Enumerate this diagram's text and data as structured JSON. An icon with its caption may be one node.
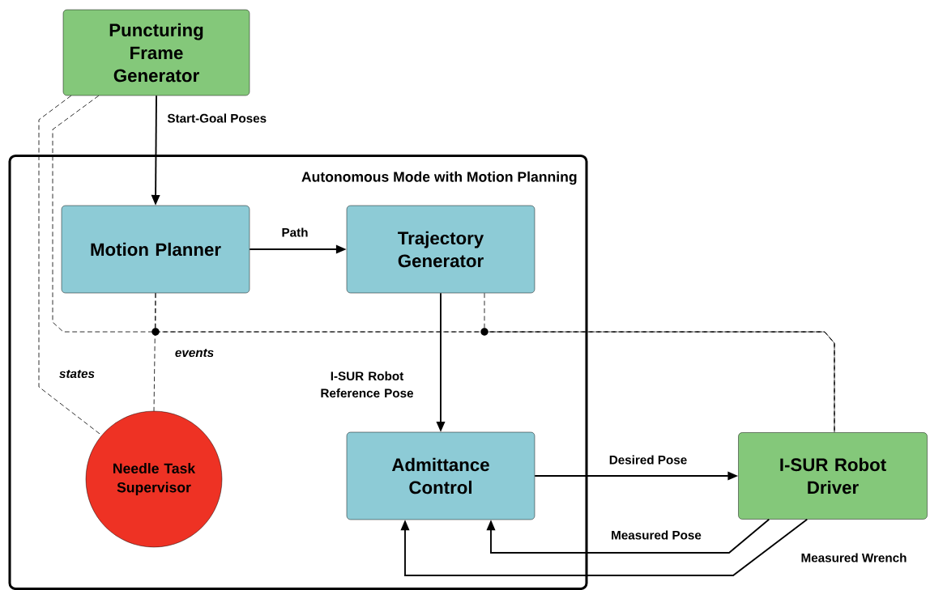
{
  "diagram": {
    "nodes": [
      {
        "text": [
          "Puncturing Frame Generator"
        ]
      },
      {
        "text": [
          "Autonomous Mode with Motion Planning"
        ]
      },
      {
        "text": [
          "Motion Planner"
        ],
        "in": 1
      },
      {
        "text": [
          "Trajectory Generator"
        ],
        "in": 1
      },
      {
        "text": [
          "Needle Task Supervisor"
        ],
        "in": 1
      },
      {
        "text": [
          "Admittance Control"
        ],
        "in": 1
      },
      {
        "text": [
          "I-SUR Robot Driver"
        ]
      }
    ],
    "edges": [
      {
        "from": 0,
        "to": 2,
        "arrow": "to",
        "label": "Start-Goal Poses"
      },
      {
        "from": 2,
        "to": 3,
        "arrow": "to",
        "label": "Path"
      },
      {
        "from": 3,
        "to": 5,
        "arrow": "to",
        "label": "I-SUR Robot Reference Pose"
      },
      {
        "from": 5,
        "to": 6,
        "arrow": "to",
        "label": "Desired Pose"
      },
      {
        "from": 6,
        "to": 5,
        "arrow": "to",
        "label": "Measured Pose"
      },
      {
        "from": 6,
        "to": 5,
        "arrow": "to",
        "label": "Measured Wrench"
      },
      {
        "from": 0,
        "to": 4,
        "arrow": "none",
        "label": "states",
        "style": "dashed"
      },
      {
        "from": 2,
        "to": 4,
        "arrow": "none",
        "label": "events",
        "style": "dashed"
      },
      {
        "from": 0,
        "to": 6,
        "arrow": "none",
        "style": "dashed"
      },
      {
        "from": 2,
        "to": 6,
        "arrow": "none",
        "style": "dashed"
      },
      {
        "from": 3,
        "to": 6,
        "arrow": "none",
        "style": "dashed"
      }
    ]
  }
}
